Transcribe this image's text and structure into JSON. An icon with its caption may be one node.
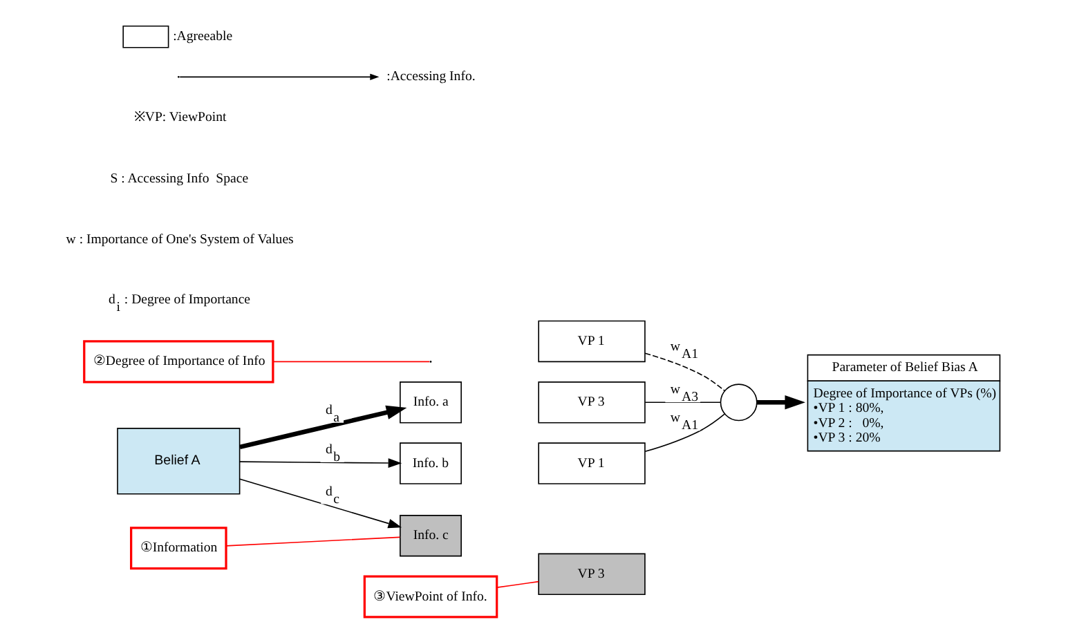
{
  "diagram": {
    "nodes": [
      {
        "text": [
          "Belief A"
        ]
      },
      {
        "text": [
          "Info. a"
        ]
      },
      {
        "text": [
          "VP 1"
        ]
      },
      {
        "text": [
          "VP 3"
        ]
      },
      {
        "text": [
          "Info. b"
        ]
      },
      {
        "text": [
          "VP 1"
        ]
      },
      {
        "text": [
          "Info. c"
        ]
      },
      {
        "text": [
          "VP 3"
        ]
      },
      {
        "text": [],
        "shape": "circle"
      },
      {
        "text": [
          "Parameter of Belief Bias A",
          "Degree of Importance of VPs (%)",
          "•VP 1 : 80%,",
          "•VP 2 :   0%,",
          "•VP 3 : 20%"
        ]
      },
      {
        "text": [
          "①Information"
        ]
      },
      {
        "text": [
          "②Degree of Importance of Info"
        ]
      },
      {
        "text": [
          "③ViewPoint of Info."
        ]
      }
    ],
    "edges": [
      {
        "from": 0,
        "to": 1,
        "arrow": "to",
        "label": "d$_{a}$",
        "style": "thick"
      },
      {
        "from": 0,
        "to": 4,
        "arrow": "to",
        "label": "d$_{b}$"
      },
      {
        "from": 0,
        "to": 6,
        "arrow": "to",
        "label": "d$_{c}$"
      },
      {
        "from": 2,
        "to": 8,
        "arrow": "none",
        "label": "w$_{A1}$",
        "style": "dashed"
      },
      {
        "from": 3,
        "to": 8,
        "arrow": "none",
        "label": "w$_{A3}$"
      },
      {
        "from": 5,
        "to": 8,
        "arrow": "none",
        "label": "w$_{A1}$"
      },
      {
        "from": 8,
        "to": 9,
        "arrow": "to",
        "style": "thick"
      },
      {
        "from": 10,
        "to": 6,
        "arrow": "none",
        "color": "#ff0000"
      },
      {
        "from": 11,
        "to": null,
        "arrow": "none",
        "color": "#ff0000"
      },
      {
        "from": 12,
        "to": 7,
        "arrow": "none",
        "color": "#ff0000"
      }
    ],
    "labels": [
      "d$_{i}$ : Degree of Importance",
      "w : Importance of One's System of Values",
      "S : Accessing Info  Space",
      "※VP: ViewPoint"
    ],
    "legend": [
      {
        "text": ":Accessing Info."
      },
      {
        "text": ":Agreeable"
      }
    ]
  }
}
